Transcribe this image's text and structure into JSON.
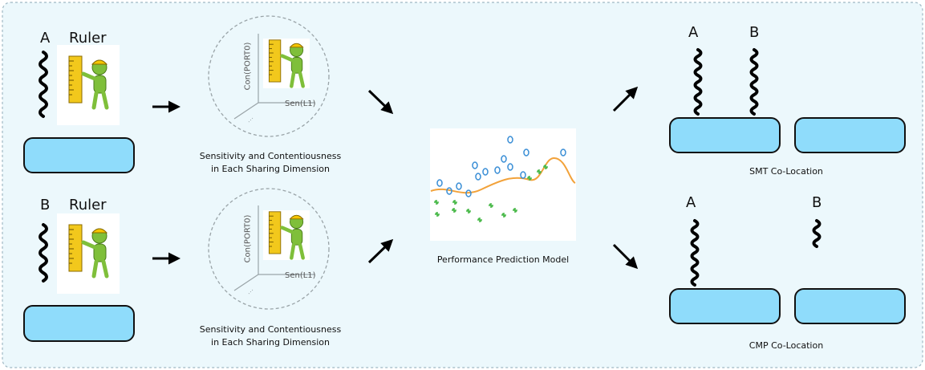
{
  "program_a": {
    "letter": "A",
    "ruler": "Ruler"
  },
  "program_b": {
    "letter": "B",
    "ruler": "Ruler"
  },
  "axis_plot_top": {
    "y_label": "Con(PORT0)",
    "x_label": "Sen(L1)"
  },
  "axis_plot_bottom": {
    "y_label": "Con(PORT0)",
    "x_label": "Sen(L1)"
  },
  "caption_sensitivity": [
    "Sensitivity and Contentiousness",
    "in Each Sharing Dimension"
  ],
  "model_caption": "Performance Prediction Model",
  "smt": {
    "label_a": "A",
    "label_b": "B",
    "caption": "SMT Co-Location"
  },
  "cmp": {
    "label_a": "A",
    "label_b": "B",
    "caption": "CMP Co-Location"
  },
  "colors": {
    "background": "#ecf8fc",
    "border": "#9fb8c4",
    "core_fill": "#8fdcfb",
    "curve": "#f2a23a",
    "circle_marks": "#3b8fd6",
    "star_marks": "#4cba4c"
  }
}
